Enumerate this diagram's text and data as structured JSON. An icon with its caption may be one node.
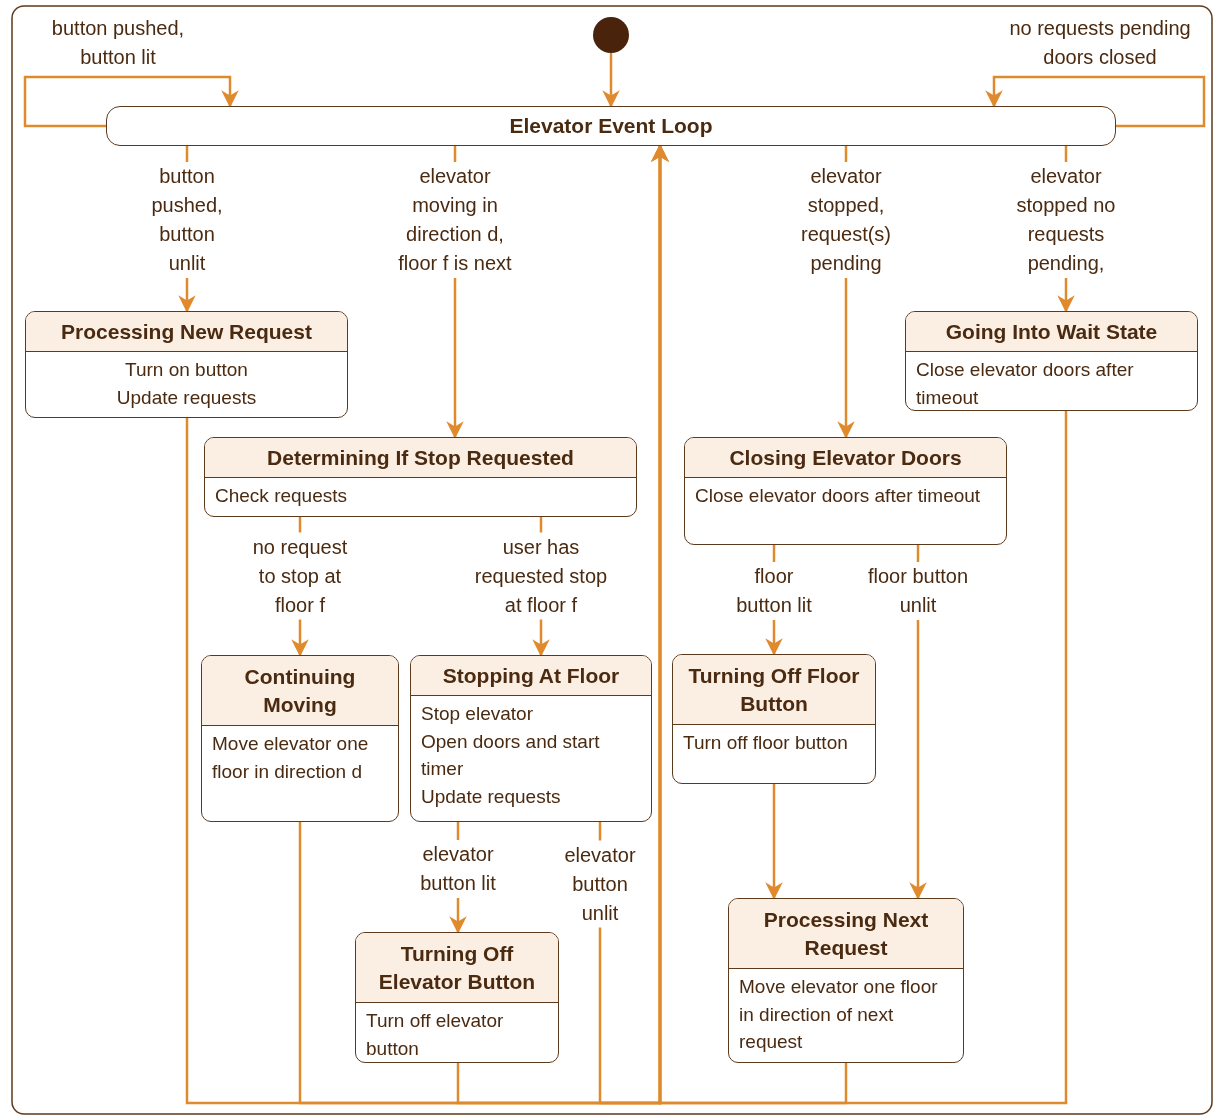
{
  "diagram": {
    "nodes": [
      {
        "text": [],
        "shape": "circle"
      },
      {
        "text": [
          "Elevator Event Loop"
        ]
      },
      {
        "text": [
          "Processing New Request",
          "Turn on button",
          "Update requests"
        ]
      },
      {
        "text": [
          "Determining If Stop Requested",
          "Check requests"
        ]
      },
      {
        "text": [
          "Continuing Moving",
          "Move elevator one floor in direction d"
        ]
      },
      {
        "text": [
          "Stopping At Floor",
          "Stop elevator",
          "Open doors and start timer",
          "Update requests"
        ]
      },
      {
        "text": [
          "Turning Off Elevator Button",
          "Turn off elevator button"
        ]
      },
      {
        "text": [
          "Closing Elevator Doors",
          "Close elevator doors after timeout"
        ]
      },
      {
        "text": [
          "Turning Off Floor Button",
          "Turn off floor button"
        ]
      },
      {
        "text": [
          "Processing Next Request",
          "Move elevator one floor in direction of next request"
        ]
      },
      {
        "text": [
          "Going Into Wait State",
          "Close elevator doors after timeout"
        ]
      }
    ],
    "edges": [
      {
        "from": 0,
        "to": 1,
        "arrow": "to"
      },
      {
        "from": 1,
        "to": 1,
        "arrow": "to",
        "label": "button pushed, button lit"
      },
      {
        "from": 1,
        "to": 1,
        "arrow": "to",
        "label": "no requests pending doors closed"
      },
      {
        "from": 1,
        "to": 2,
        "arrow": "to",
        "label": "button pushed, button unlit"
      },
      {
        "from": 1,
        "to": 3,
        "arrow": "to",
        "label": "elevator moving in direction d, floor f is next"
      },
      {
        "from": 1,
        "to": 7,
        "arrow": "to",
        "label": "elevator stopped, request(s) pending"
      },
      {
        "from": 1,
        "to": 10,
        "arrow": "to",
        "label": "elevator stopped no requests pending,"
      },
      {
        "from": 3,
        "to": 4,
        "arrow": "to",
        "label": "no request to stop at floor f"
      },
      {
        "from": 3,
        "to": 5,
        "arrow": "to",
        "label": "user has requested stop at floor f"
      },
      {
        "from": 5,
        "to": 6,
        "arrow": "to",
        "label": "elevator button lit"
      },
      {
        "from": 5,
        "to": 1,
        "arrow": "to",
        "label": "elevator button unlit"
      },
      {
        "from": 7,
        "to": 8,
        "arrow": "to",
        "label": "floor button lit"
      },
      {
        "from": 7,
        "to": 9,
        "arrow": "to",
        "label": "floor button unlit"
      },
      {
        "from": 8,
        "to": 9,
        "arrow": "to"
      },
      {
        "from": 2,
        "to": 1,
        "arrow": "to"
      },
      {
        "from": 4,
        "to": 1,
        "arrow": "to"
      },
      {
        "from": 6,
        "to": 1,
        "arrow": "to"
      },
      {
        "from": 9,
        "to": 1,
        "arrow": "to"
      },
      {
        "from": 10,
        "to": 1,
        "arrow": "to"
      }
    ]
  }
}
